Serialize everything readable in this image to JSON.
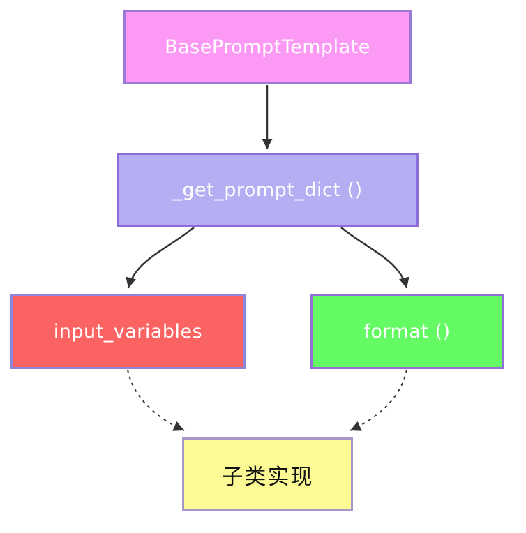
{
  "diagram": {
    "type": "flowchart",
    "nodes": {
      "base": {
        "id": "BasePromptTemplate",
        "label": "BasePromptTemplate",
        "bg": "#fb99f5",
        "border": "#9a79d8",
        "text_color": "#ffffff"
      },
      "get_prompt_dict": {
        "id": "_get_prompt_dict",
        "label": "_get_prompt_dict ()",
        "bg": "#b6aef2",
        "border": "#8d6bd8",
        "text_color": "#ffffff"
      },
      "input_variables": {
        "id": "input_variables",
        "label": "input_variables",
        "bg": "#fb6363",
        "border": "#8d86da",
        "text_color": "#ffffff"
      },
      "format": {
        "id": "format",
        "label": "format ()",
        "bg": "#64fa64",
        "border": "#9370d8",
        "text_color": "#ffffff"
      },
      "subclass_impl": {
        "id": "subclass_impl",
        "label": "子类实现",
        "bg": "#fbfa95",
        "border": "#a595c8",
        "text_color": "#111111"
      }
    },
    "edges": [
      {
        "from": "BasePromptTemplate",
        "to": "_get_prompt_dict",
        "style": "solid"
      },
      {
        "from": "_get_prompt_dict",
        "to": "input_variables",
        "style": "solid"
      },
      {
        "from": "_get_prompt_dict",
        "to": "format",
        "style": "solid"
      },
      {
        "from": "input_variables",
        "to": "subclass_impl",
        "style": "dashed"
      },
      {
        "from": "format",
        "to": "subclass_impl",
        "style": "dashed"
      }
    ],
    "colors": {
      "arrow": "#333333",
      "canvas_bg": "#ffffff"
    }
  }
}
